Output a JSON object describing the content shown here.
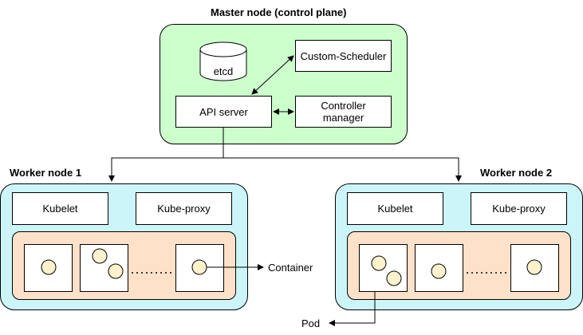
{
  "master": {
    "title": "Master node (control plane)",
    "etcd": "etcd",
    "custom_scheduler": "Custom-Scheduler",
    "api_server": "API server",
    "controller_manager": "Controller manager"
  },
  "worker1": {
    "title": "Worker node 1",
    "kubelet": "Kubelet",
    "kube_proxy": "Kube-proxy"
  },
  "worker2": {
    "title": "Worker node 2",
    "kubelet": "Kubelet",
    "kube_proxy": "Kube-proxy"
  },
  "labels": {
    "container": "Container",
    "pod": "Pod"
  },
  "colors": {
    "master_fill": "#ccffcc",
    "worker_fill": "#ccf5fa",
    "pod_area_fill": "#fde1c9",
    "container_fill": "#fff2cc"
  }
}
